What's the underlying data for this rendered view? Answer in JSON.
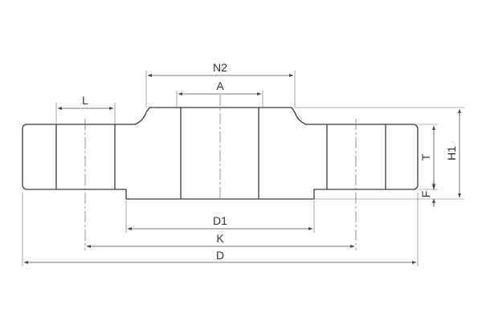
{
  "labels": {
    "n2": "N2",
    "a": "A",
    "l": "L",
    "t": "T",
    "h1": "H1",
    "f": "F",
    "d1": "D1",
    "k": "K",
    "d": "D"
  },
  "colors": {
    "line": "#3a3a3a",
    "background": "#ffffff"
  }
}
